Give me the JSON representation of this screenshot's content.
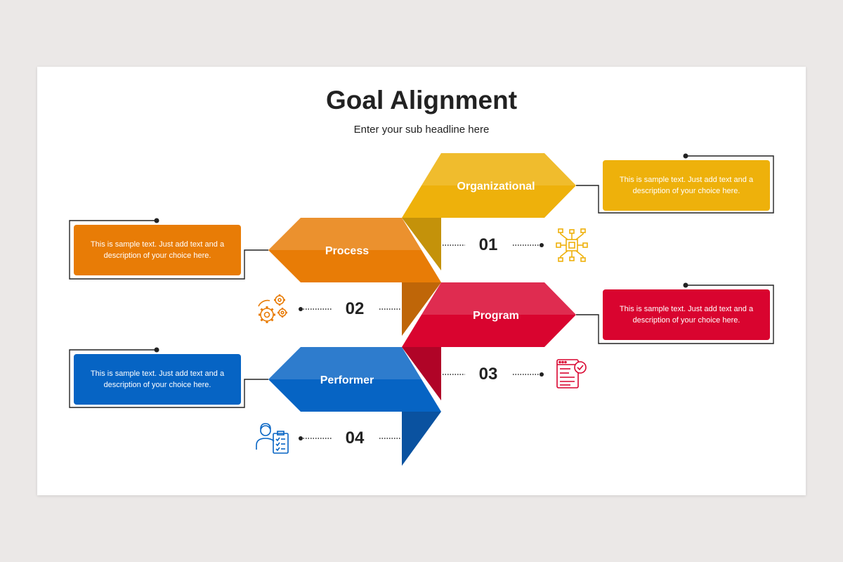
{
  "title": "Goal Alignment",
  "subtitle": "Enter your sub headline here",
  "steps": [
    {
      "label": "Organizational",
      "number": "01",
      "description": "This is sample text. Just add text and a description of your choice here.",
      "color": "#eeb10b",
      "icon": "network-chip-icon"
    },
    {
      "label": "Process",
      "number": "02",
      "description": "This is sample text. Just add text and a description of your choice here.",
      "color": "#e87c06",
      "icon": "gears-icon"
    },
    {
      "label": "Program",
      "number": "03",
      "description": "This is sample text. Just add text and a description of your choice here.",
      "color": "#d9042f",
      "icon": "checklist-document-icon"
    },
    {
      "label": "Performer",
      "number": "04",
      "description": "This is sample text. Just add text and a description of your choice here.",
      "color": "#0664c4",
      "icon": "person-clipboard-icon"
    }
  ]
}
